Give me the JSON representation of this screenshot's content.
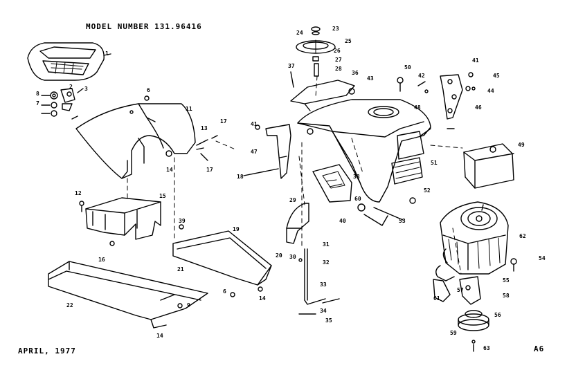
{
  "header": {
    "model_text": "MODEL NUMBER  131.96416"
  },
  "footer": {
    "date_text": "APRIL, 1977",
    "page_code": "A6"
  },
  "callouts": {
    "seat": "1",
    "bolt": "2",
    "washer": "3",
    "pivot_bolt": "6",
    "pin": "7",
    "nut": "8",
    "fender_screw": "9",
    "fender": "11",
    "nut_a": "12",
    "bolt_a": "13",
    "spacer": "14",
    "seat_support": "15",
    "washer_b": "16",
    "spring": "17",
    "clip": "18",
    "side_panel": "19",
    "footrest_r": "20",
    "footrest_l": "21",
    "footrest_plate": "22",
    "wheel_cap": "23",
    "steering_nut": "24",
    "steering_wheel": "25",
    "adapter": "26",
    "spacer_b": "27",
    "cover": "28",
    "bracket_a": "29",
    "sleeve": "30",
    "steering_shaft": "31",
    "support_rod": "32",
    "link": "33",
    "cotter": "34",
    "pin_b": "35",
    "dash": "36",
    "clip_b": "37",
    "screen": "38",
    "washer_c": "39",
    "bolt_b": "40",
    "hood_bolt": "41",
    "washer_d": "42",
    "grommet": "43",
    "nut_b": "44",
    "screw_b": "45",
    "hinge": "46",
    "panel_l": "47",
    "washer_e": "48",
    "muffler": "49",
    "hood": "50",
    "grille": "51",
    "bumper": "52",
    "rod_b": "53",
    "spring_b": "54",
    "engine_pulley": "55",
    "idler": "56",
    "bracket_b": "57",
    "bolt_c": "58",
    "clip_c": "59",
    "key": "60",
    "keeper": "61",
    "engine": "62",
    "bearing": "63"
  }
}
